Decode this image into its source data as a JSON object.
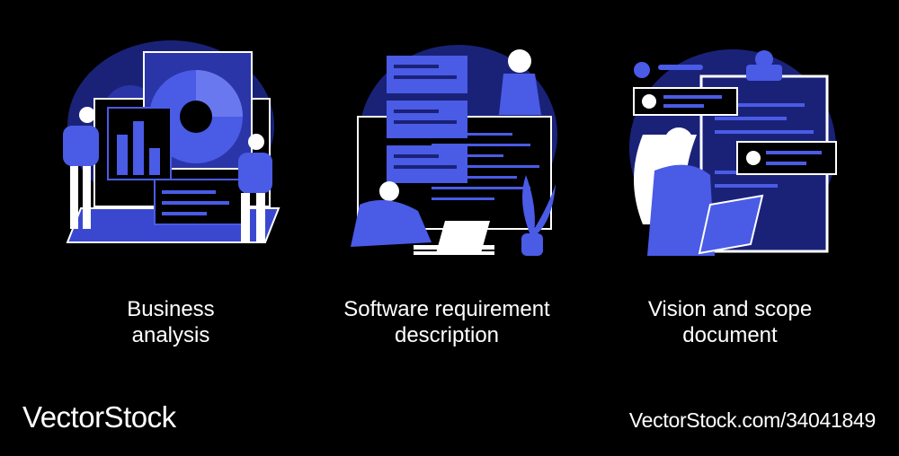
{
  "colors": {
    "background": "#000000",
    "accent": "#4a5be6",
    "dark_blue": "#1a2278",
    "text": "#ffffff"
  },
  "illustrations": [
    {
      "name": "business-analysis-illustration",
      "icons": [
        "pie-chart-icon",
        "bar-chart-icon",
        "gear-icon",
        "laptop-icon",
        "person-icon"
      ],
      "caption": [
        "Business",
        "analysis"
      ]
    },
    {
      "name": "software-requirement-illustration",
      "icons": [
        "monitor-icon",
        "code-lines-icon",
        "laptop-icon",
        "plant-icon",
        "person-icon"
      ],
      "caption": [
        "Software requirement",
        "description"
      ]
    },
    {
      "name": "vision-scope-illustration",
      "icons": [
        "clipboard-icon",
        "chat-bubble-icon",
        "bell-icon",
        "tablet-icon",
        "person-icon"
      ],
      "caption": [
        "Vision and scope",
        "document"
      ]
    }
  ],
  "watermark": {
    "logo": "VectorStock",
    "id": "VectorStock.com/34041849"
  }
}
